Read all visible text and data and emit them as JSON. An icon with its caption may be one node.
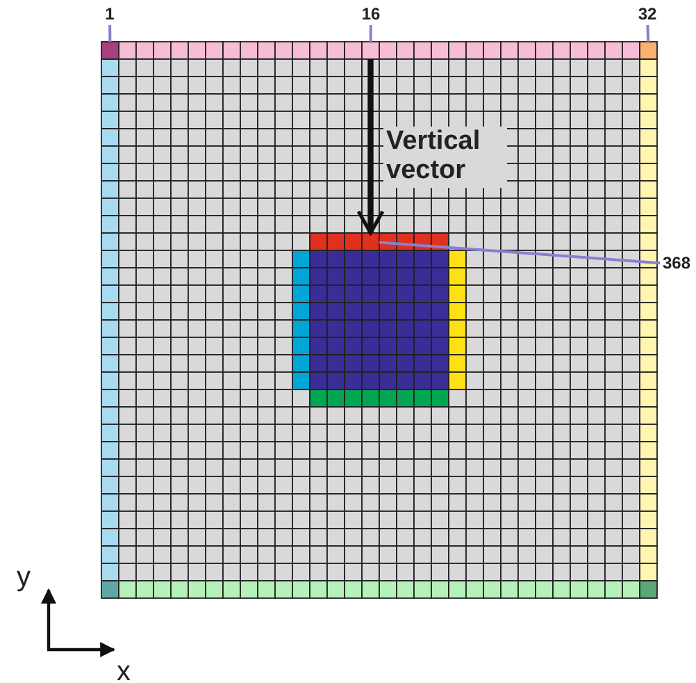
{
  "diagram": {
    "nodes": [
      {
        "text": [
          "1"
        ]
      },
      {
        "text": [],
        "shape": "box"
      },
      {
        "text": [
          "16"
        ]
      },
      {
        "text": [],
        "shape": "box"
      },
      {
        "text": [
          "32"
        ]
      },
      {
        "text": [],
        "shape": "box"
      },
      {
        "text": [
          "368"
        ]
      },
      {
        "text": [],
        "shape": "box"
      }
    ],
    "edges": [
      {
        "from": 0,
        "to": 1,
        "arrow": "none"
      },
      {
        "from": 2,
        "to": 3,
        "arrow": "none"
      },
      {
        "from": 4,
        "to": 5,
        "arrow": "none"
      },
      {
        "from": 6,
        "to": 7,
        "arrow": "none"
      },
      {
        "from": 3,
        "to": 7,
        "arrow": "to",
        "style": "thick",
        "color": "#111111"
      }
    ],
    "labels": [
      "Vertical vector",
      "y",
      "x"
    ]
  }
}
